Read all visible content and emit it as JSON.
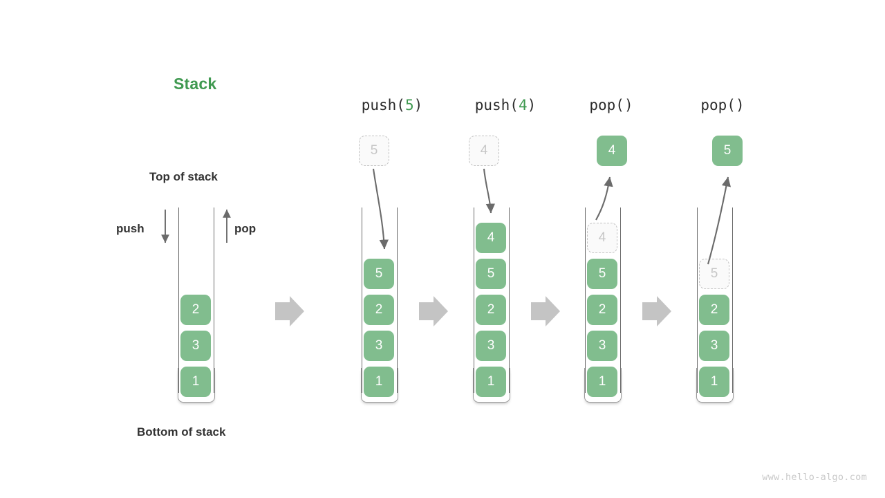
{
  "diagram": {
    "title": "Stack",
    "title_color": "#3f9950",
    "cell_color": "#81bd8e",
    "ghost_color": "#c6c6c6",
    "arrow_color": "#6b6b6b",
    "transition_arrow_color": "#c4c4c4",
    "watermark": "www.hello-algo.com",
    "labels": {
      "top_of_stack": "Top of stack",
      "bottom_of_stack": "Bottom of stack",
      "push": "push",
      "pop": "pop"
    },
    "initial_stack": {
      "cells": [
        "2",
        "3",
        "1"
      ]
    },
    "steps": [
      {
        "op_name": "push(",
        "op_arg": "5",
        "op_close": ")",
        "op_label": "push(5)",
        "floating": {
          "value": "5",
          "style": "ghost",
          "position": "above"
        },
        "cells": [
          {
            "value": "5",
            "style": "filled"
          },
          {
            "value": "2",
            "style": "filled"
          },
          {
            "value": "3",
            "style": "filled"
          },
          {
            "value": "1",
            "style": "filled"
          }
        ]
      },
      {
        "op_name": "push(",
        "op_arg": "4",
        "op_close": ")",
        "op_label": "push(4)",
        "floating": {
          "value": "4",
          "style": "ghost",
          "position": "above"
        },
        "cells": [
          {
            "value": "4",
            "style": "filled"
          },
          {
            "value": "5",
            "style": "filled"
          },
          {
            "value": "2",
            "style": "filled"
          },
          {
            "value": "3",
            "style": "filled"
          },
          {
            "value": "1",
            "style": "filled"
          }
        ]
      },
      {
        "op_name": "pop(",
        "op_arg": "",
        "op_close": ")",
        "op_label": "pop()",
        "floating": {
          "value": "4",
          "style": "filled",
          "position": "above"
        },
        "cells": [
          {
            "value": "4",
            "style": "ghost"
          },
          {
            "value": "5",
            "style": "filled"
          },
          {
            "value": "2",
            "style": "filled"
          },
          {
            "value": "3",
            "style": "filled"
          },
          {
            "value": "1",
            "style": "filled"
          }
        ]
      },
      {
        "op_name": "pop(",
        "op_arg": "",
        "op_close": ")",
        "op_label": "pop()",
        "floating": {
          "value": "5",
          "style": "filled",
          "position": "above"
        },
        "cells": [
          {
            "value": "5",
            "style": "ghost"
          },
          {
            "value": "2",
            "style": "filled"
          },
          {
            "value": "3",
            "style": "filled"
          },
          {
            "value": "1",
            "style": "filled"
          }
        ]
      }
    ]
  }
}
